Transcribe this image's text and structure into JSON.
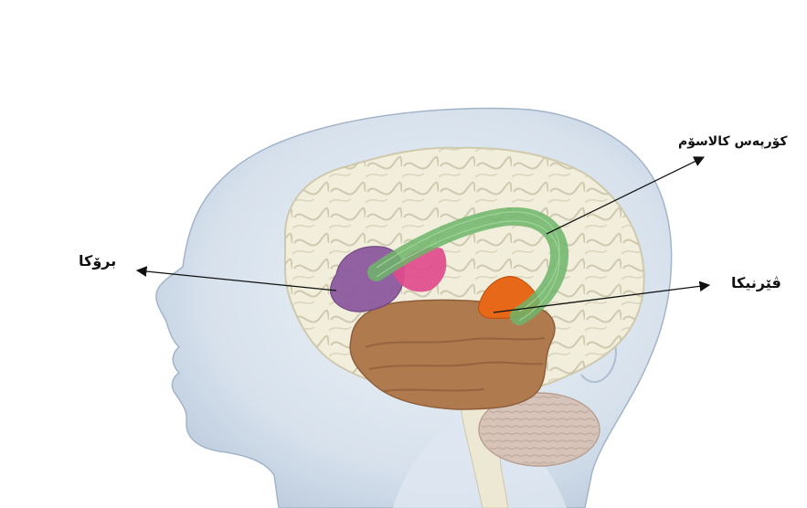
{
  "labels": {
    "corpus_callosum": "کۆرپەس کالاسۆم",
    "broca": "برۆکا",
    "wernicke": "ڤێرنیکا"
  },
  "colors": {
    "head": "#c9d7e6",
    "brain": "#f1eedb",
    "temporal": "#b07a4f",
    "broca": "#8c5a9e",
    "pink": "#e04b8c",
    "wernicke": "#e8681a",
    "corpus_callosum": "#6fb56a",
    "cerebellum": "#d6c2b7"
  }
}
